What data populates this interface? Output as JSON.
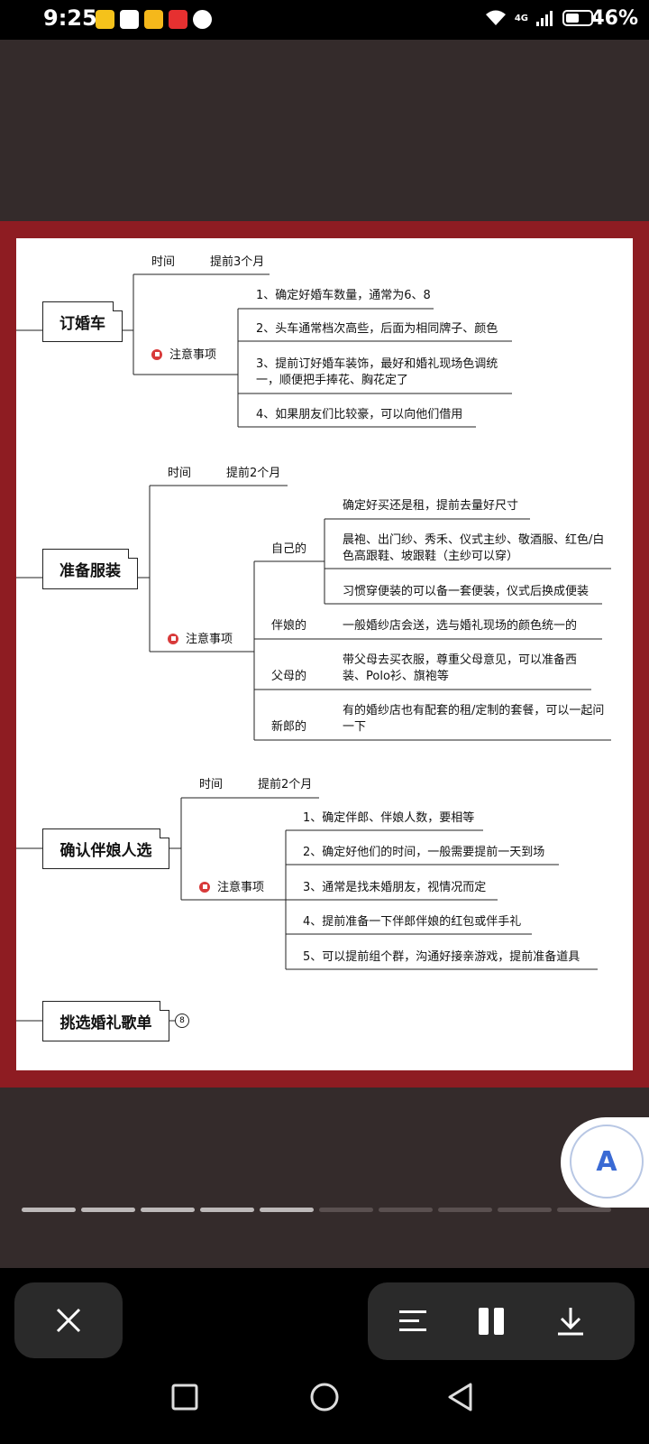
{
  "status_bar": {
    "time": "9:25",
    "network": "4G",
    "battery": "46%",
    "app_icons": [
      "app-icon-1",
      "gift-icon",
      "app-icon-3",
      "app-icon-4",
      "globe-icon"
    ]
  },
  "mindmap": {
    "branches": [
      {
        "title": "订婚车",
        "time_label": "时间",
        "time_value": "提前3个月",
        "notes_label": "注意事项",
        "notes": [
          "1、确定好婚车数量，通常为6、8",
          "2、头车通常档次高些，后面为相同牌子、颜色",
          "3、提前订好婚车装饰，最好和婚礼现场色调统一，顺便把手捧花、胸花定了",
          "4、如果朋友们比较豪，可以向他们借用"
        ]
      },
      {
        "title": "准备服装",
        "time_label": "时间",
        "time_value": "提前2个月",
        "notes_label": "注意事项",
        "groups": [
          {
            "label": "自己的",
            "items": [
              "确定好买还是租，提前去量好尺寸",
              "晨袍、出门纱、秀禾、仪式主纱、敬酒服、红色/白色高跟鞋、坡跟鞋（主纱可以穿）",
              "习惯穿便装的可以备一套便装，仪式后换成便装"
            ]
          },
          {
            "label": "伴娘的",
            "items": [
              "一般婚纱店会送，选与婚礼现场的颜色统一的"
            ]
          },
          {
            "label": "父母的",
            "items": [
              "带父母去买衣服，尊重父母意见，可以准备西装、Polo衫、旗袍等"
            ]
          },
          {
            "label": "新郎的",
            "items": [
              "有的婚纱店也有配套的租/定制的套餐，可以一起问一下"
            ]
          }
        ]
      },
      {
        "title": "确认伴娘人选",
        "time_label": "时间",
        "time_value": "提前2个月",
        "notes_label": "注意事项",
        "notes": [
          "1、确定伴郎、伴娘人数，要相等",
          "2、确定好他们的时间，一般需要提前一天到场",
          "3、通常是找未婚朋友，视情况而定",
          "4、提前准备一下伴郎伴娘的红包或伴手礼",
          "5、可以提前组个群，沟通好接亲游戏，提前准备道具"
        ]
      },
      {
        "title": "挑选婚礼歌单",
        "collapsed_count": "8"
      }
    ]
  },
  "ocr_button": {
    "label": "A"
  },
  "pager": {
    "total": 10,
    "active": 5
  },
  "toolbar": {
    "close_icon": "close-icon",
    "menu_icon": "menu-icon",
    "pause_icon": "pause-icon",
    "download_icon": "download-icon"
  },
  "colors": {
    "frame": "#8e1c22",
    "background": "#342b2b",
    "accent": "#3a6ad4",
    "flag": "#d83a3a"
  }
}
